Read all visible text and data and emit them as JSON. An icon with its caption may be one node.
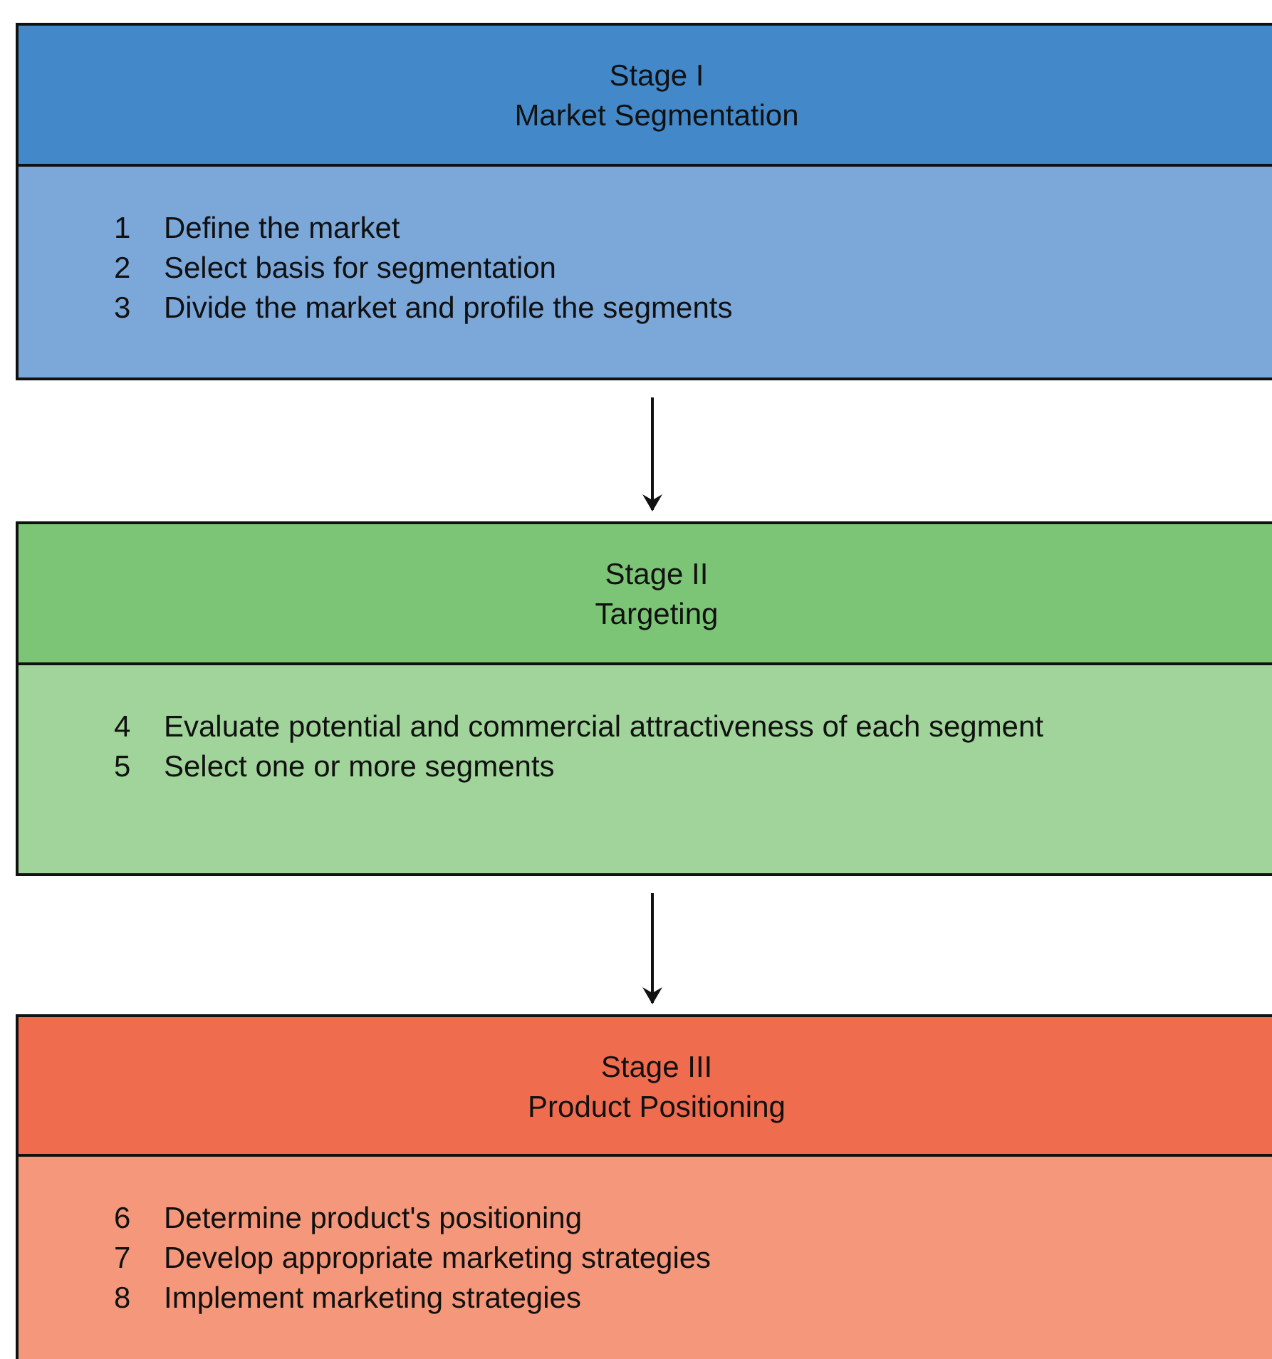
{
  "diagram": {
    "nodes": [
      {
        "text": [
          "Stage I",
          "Market Segmentation"
        ]
      },
      {
        "text": [
          "1 Define the market",
          "2 Select basis for segmentation",
          "3 Divide the market and profile the segments"
        ]
      },
      {
        "text": [
          "Stage II",
          "Targeting"
        ]
      },
      {
        "text": [
          "4 Evaluate potential and commercial attractiveness of each segment",
          "5 Select one or more segments"
        ]
      },
      {
        "text": [
          "Stage III",
          "Product Positioning"
        ]
      },
      {
        "text": [
          "6 Determine product's positioning",
          "7 Develop appropriate marketing strategies",
          "8 Implement marketing strategies"
        ]
      }
    ],
    "edges": [
      {
        "from": 1,
        "to": 2,
        "arrow": "to"
      },
      {
        "from": 3,
        "to": 4,
        "arrow": "to"
      }
    ]
  }
}
